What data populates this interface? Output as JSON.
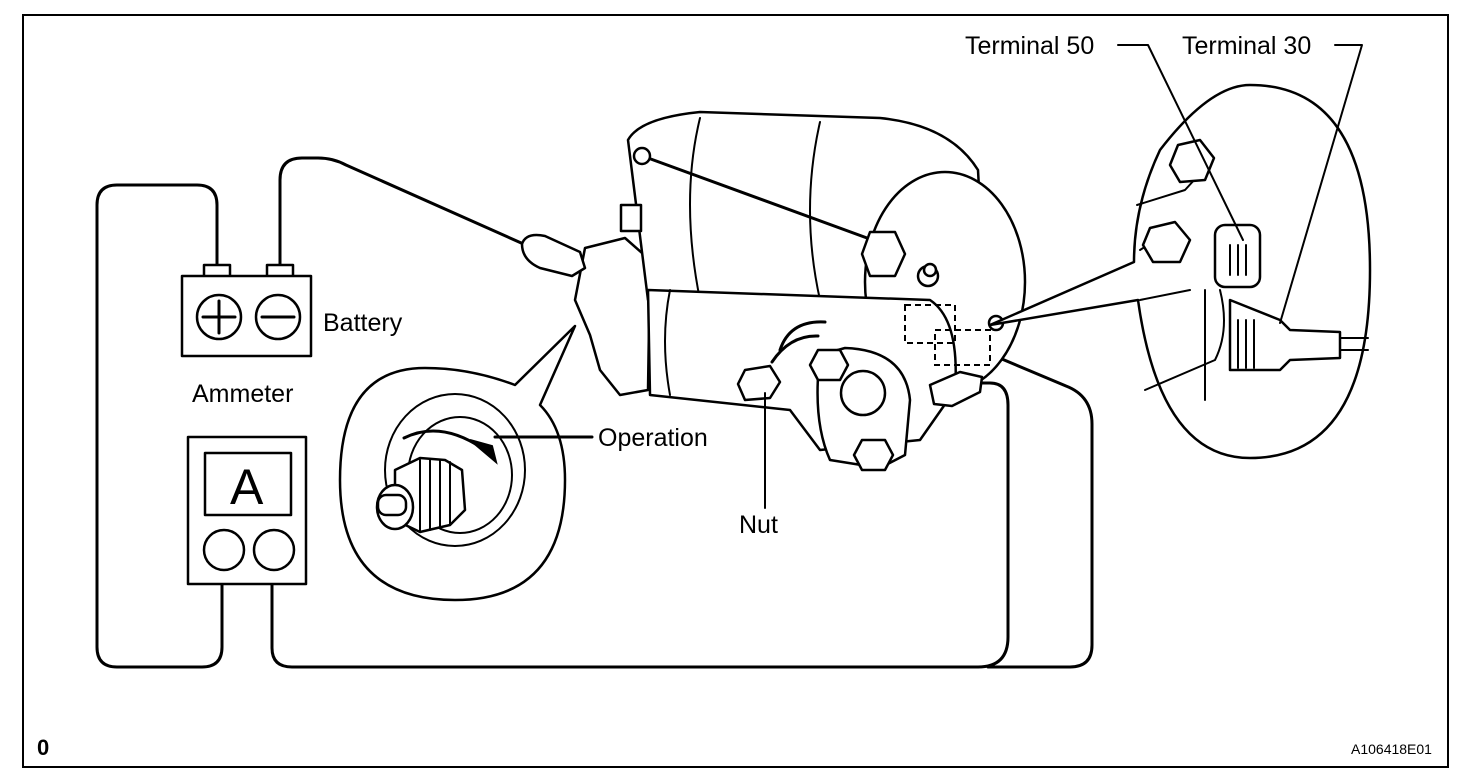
{
  "labels": {
    "terminal_50": "Terminal 50",
    "terminal_30": "Terminal 30",
    "battery": "Battery",
    "ammeter": "Ammeter",
    "operation": "Operation",
    "nut": "Nut",
    "ammeter_symbol": "A",
    "corner_mark": "0",
    "figure_code": "A106418E01"
  },
  "icons": [
    "battery-plus-icon",
    "battery-minus-icon",
    "rotation-arrow-icon"
  ]
}
